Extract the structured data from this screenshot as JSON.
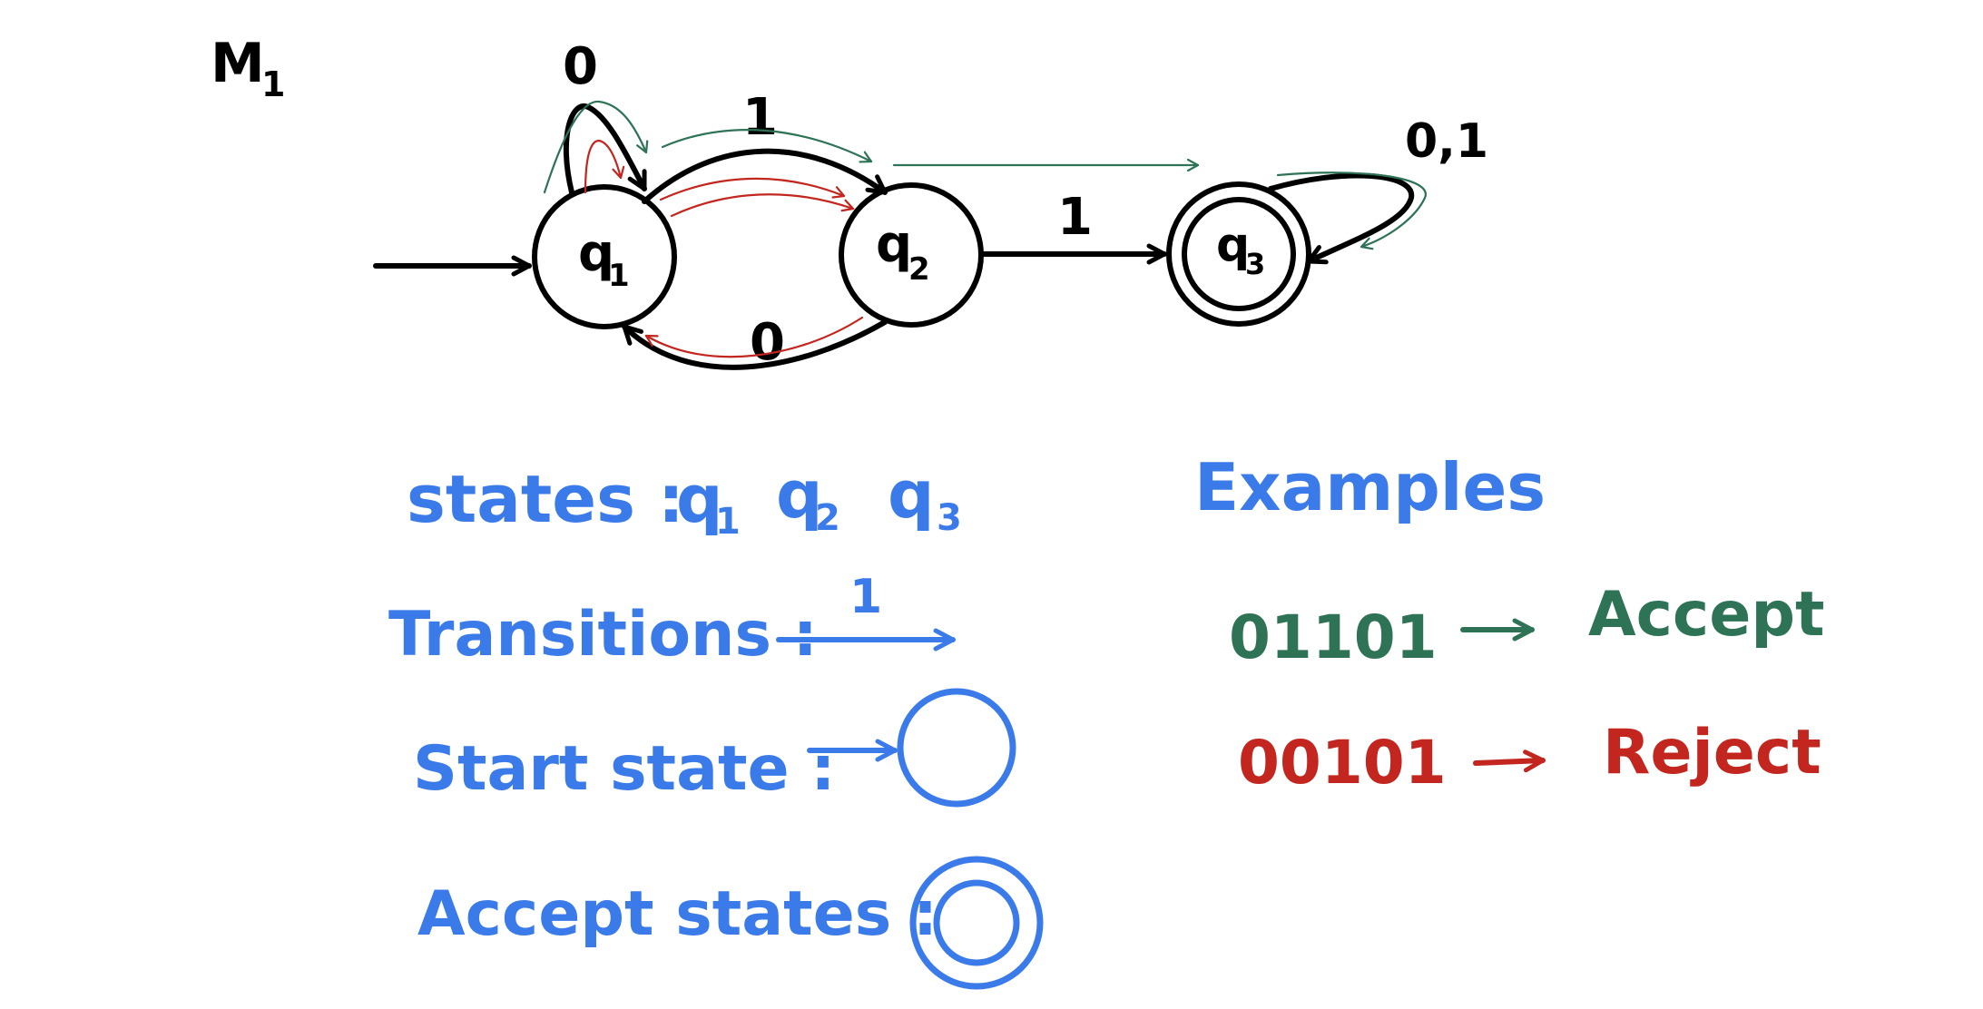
{
  "colors": {
    "ink": "#000000",
    "blue": "#3b7be9",
    "green": "#2e7356",
    "red": "#c3261e"
  },
  "machine": {
    "name_main": "M",
    "name_sub": "1",
    "states": [
      {
        "id": "q1",
        "main": "q",
        "sub": "1"
      },
      {
        "id": "q2",
        "main": "q",
        "sub": "2"
      },
      {
        "id": "q3",
        "main": "q",
        "sub": "3"
      }
    ],
    "edge_labels": {
      "q1_loop": "0",
      "q1_to_q2": "1",
      "q2_to_q1": "0",
      "q2_to_q3": "1",
      "q3_loop": "0,1"
    }
  },
  "legend": {
    "states_label": "states :",
    "states_list": [
      {
        "main": "q",
        "sub": "1"
      },
      {
        "main": "q",
        "sub": "2"
      },
      {
        "main": "q",
        "sub": "3"
      }
    ],
    "transitions_label": "Transitions :",
    "transition_symbol": "1",
    "start_label": "Start state :",
    "accept_label": "Accept states :"
  },
  "examples": {
    "title": "Examples",
    "accepted_input": "01101",
    "accepted_result": "Accept",
    "rejected_input": "00101",
    "rejected_result": "Reject"
  }
}
